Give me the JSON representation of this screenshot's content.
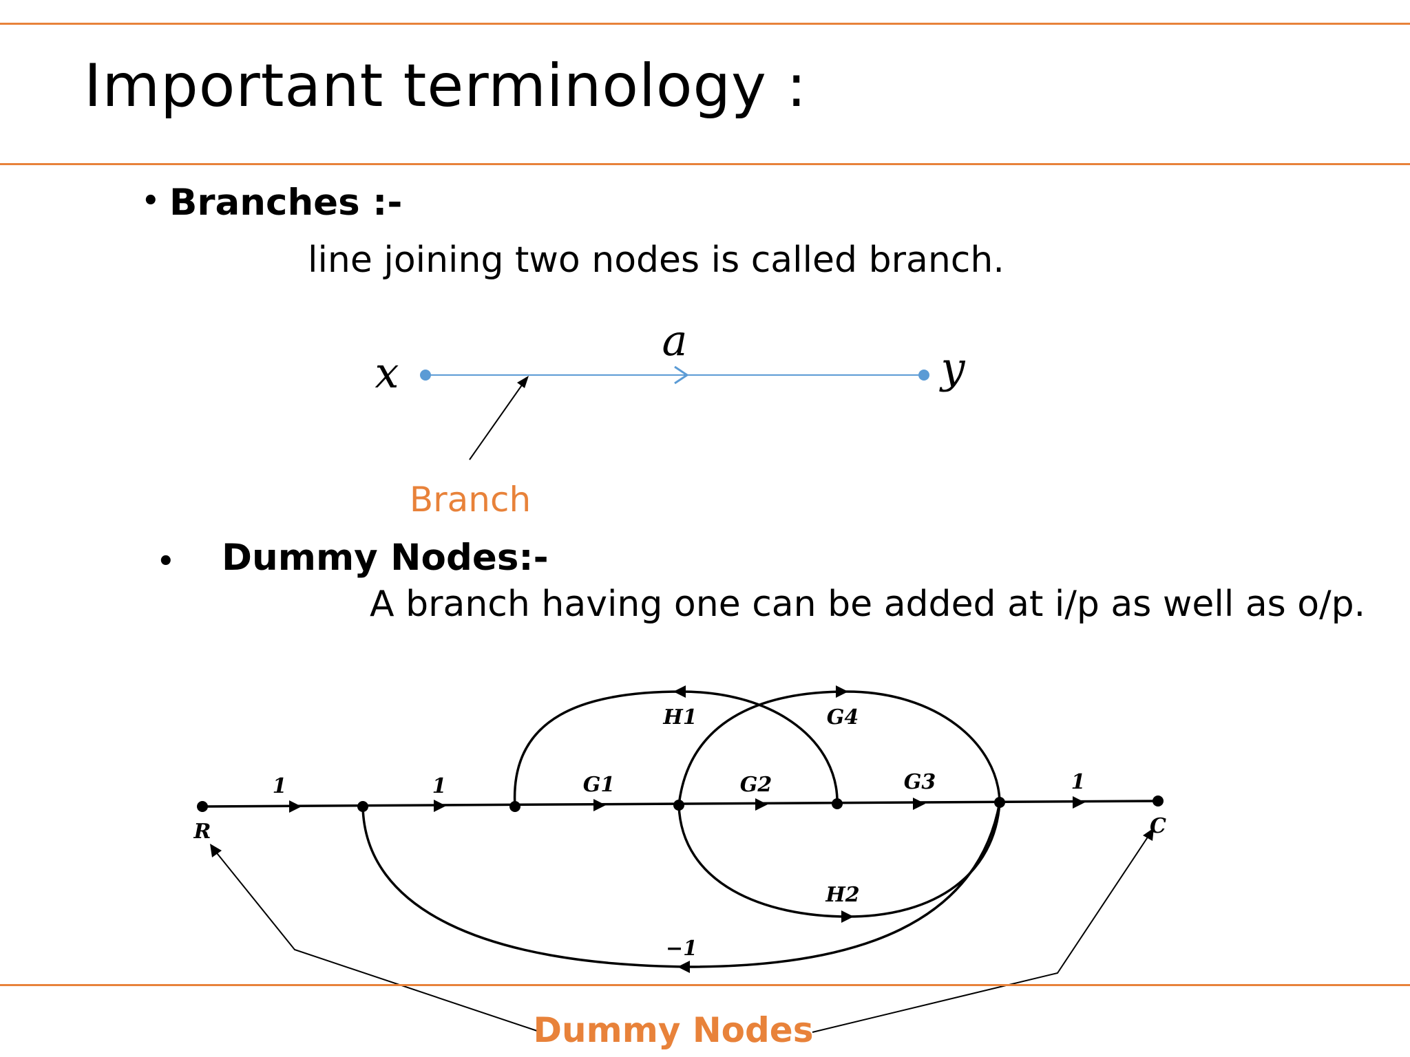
{
  "title": "Important terminology :",
  "sections": [
    {
      "bullet": "•",
      "heading": "Branches :-",
      "text": "line joining two nodes is called branch."
    },
    {
      "bullet": "•",
      "heading": "Dummy Nodes:-",
      "text": "A branch having one can be added at i/p as well as o/p."
    }
  ],
  "branch_diagram": {
    "start_node": "x",
    "end_node": "y",
    "gain": "a",
    "callout": "Branch"
  },
  "signal_flow_graph": {
    "input_node": "R",
    "output_node": "C",
    "forward_gains": [
      "1",
      "1",
      "G1",
      "G2",
      "G3",
      "1"
    ],
    "upper_loops": [
      "H1",
      "G4"
    ],
    "lower_loops": [
      "H2",
      "−1"
    ],
    "callout": "Dummy Nodes"
  },
  "colors": {
    "accent": "#e8823a",
    "branch_line": "#5b9bd5",
    "text": "#000000"
  }
}
